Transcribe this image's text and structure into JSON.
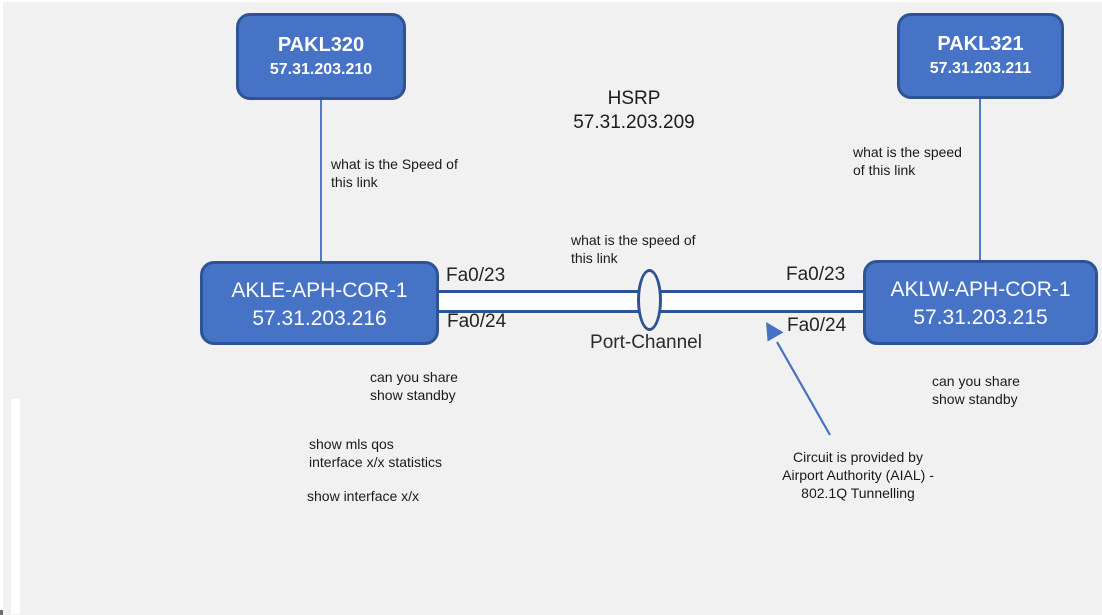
{
  "diagram": {
    "type": "network-topology",
    "background_color": "#F1F1F1",
    "node_fill_color": "#4673C5",
    "node_border_color": "#2F5496",
    "link_color": "#2E5395",
    "connector_color": "#4472C4",
    "text_color": "#1F1F1F"
  },
  "nodes": {
    "pakl320": {
      "name": "PAKL320",
      "ip": "57.31.203.210"
    },
    "pakl321": {
      "name": "PAKL321",
      "ip": "57.31.203.211"
    },
    "akle": {
      "name": "AKLE-APH-COR-1",
      "ip": "57.31.203.216"
    },
    "aklw": {
      "name": "AKLW-APH-COR-1",
      "ip": "57.31.203.215"
    }
  },
  "hsrp": {
    "title": "HSRP",
    "ip": "57.31.203.209"
  },
  "ports": {
    "left_top": "Fa0/23",
    "left_bottom": "Fa0/24",
    "right_top": "Fa0/23",
    "right_bottom": "Fa0/24"
  },
  "port_channel": {
    "label": "Port-Channel"
  },
  "annotations": {
    "speed_left": "what is the Speed of\nthis link",
    "speed_mid": "what is the speed of\nthis link",
    "speed_right": "what is the speed\nof this link",
    "share_left": "can you share\nshow standby",
    "share_right": "can you share\nshow standby",
    "qos": "show mls qos\ninterface x/x statistics",
    "show_int": "show interface x/x",
    "circuit": "Circuit is provided by\nAirport Authority (AIAL) -\n802.1Q Tunnelling"
  }
}
